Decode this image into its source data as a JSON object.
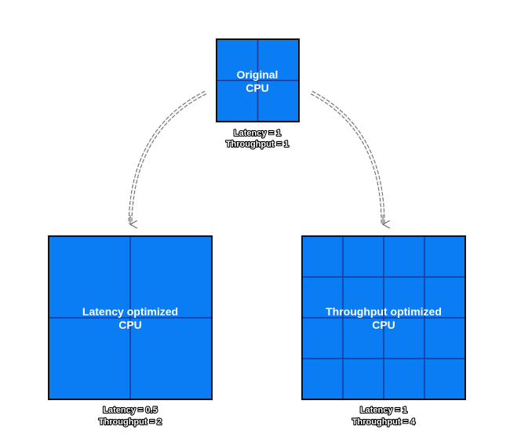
{
  "boxes": {
    "original": {
      "label_lines": [
        "Original",
        "CPU"
      ],
      "metrics": [
        "Latency = 1",
        "Throughput = 1"
      ],
      "grid": 2
    },
    "latency": {
      "label_lines": [
        "Latency optimized",
        "CPU"
      ],
      "metrics": [
        "Latency = 0.5",
        "Throughput = 2"
      ],
      "grid": 2
    },
    "throughput": {
      "label_lines": [
        "Throughput optimized",
        "CPU"
      ],
      "metrics": [
        "Latency = 1",
        "Throughput = 4"
      ],
      "grid": 4
    }
  },
  "colors": {
    "fill": "#0a7df5",
    "grid": "#1a3a9a",
    "border": "#111111",
    "arrow": "#666666"
  }
}
